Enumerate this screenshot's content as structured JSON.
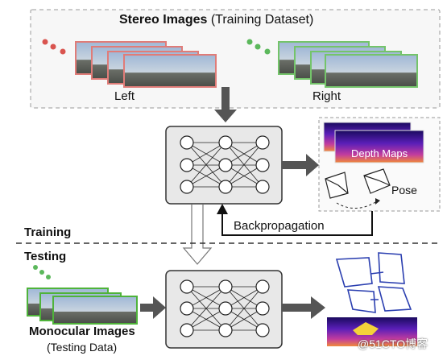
{
  "stereo": {
    "title_bold": "Stereo Images",
    "title_rest": "(Training Dataset)",
    "left_label": "Left",
    "right_label": "Right"
  },
  "outputs": {
    "depth_label": "Depth Maps",
    "pose_label": "Pose"
  },
  "backprop_label": "Backpropagation",
  "sections": {
    "training": "Training",
    "testing": "Testing"
  },
  "mono": {
    "title": "Monocular Images",
    "subtitle": "(Testing Data)"
  },
  "watermark": "@51CTO博客",
  "colors": {
    "left_border": "#e07c78",
    "right_border": "#74c46a",
    "mono_border": "#4fb33a",
    "dot_red": "#d9544f",
    "dot_green": "#5cb85c",
    "network_bg": "#e8e8e8",
    "arrow_gray": "#555555",
    "trajectory": "#2b3fb0",
    "depth_fill": "#5a1fb8"
  }
}
